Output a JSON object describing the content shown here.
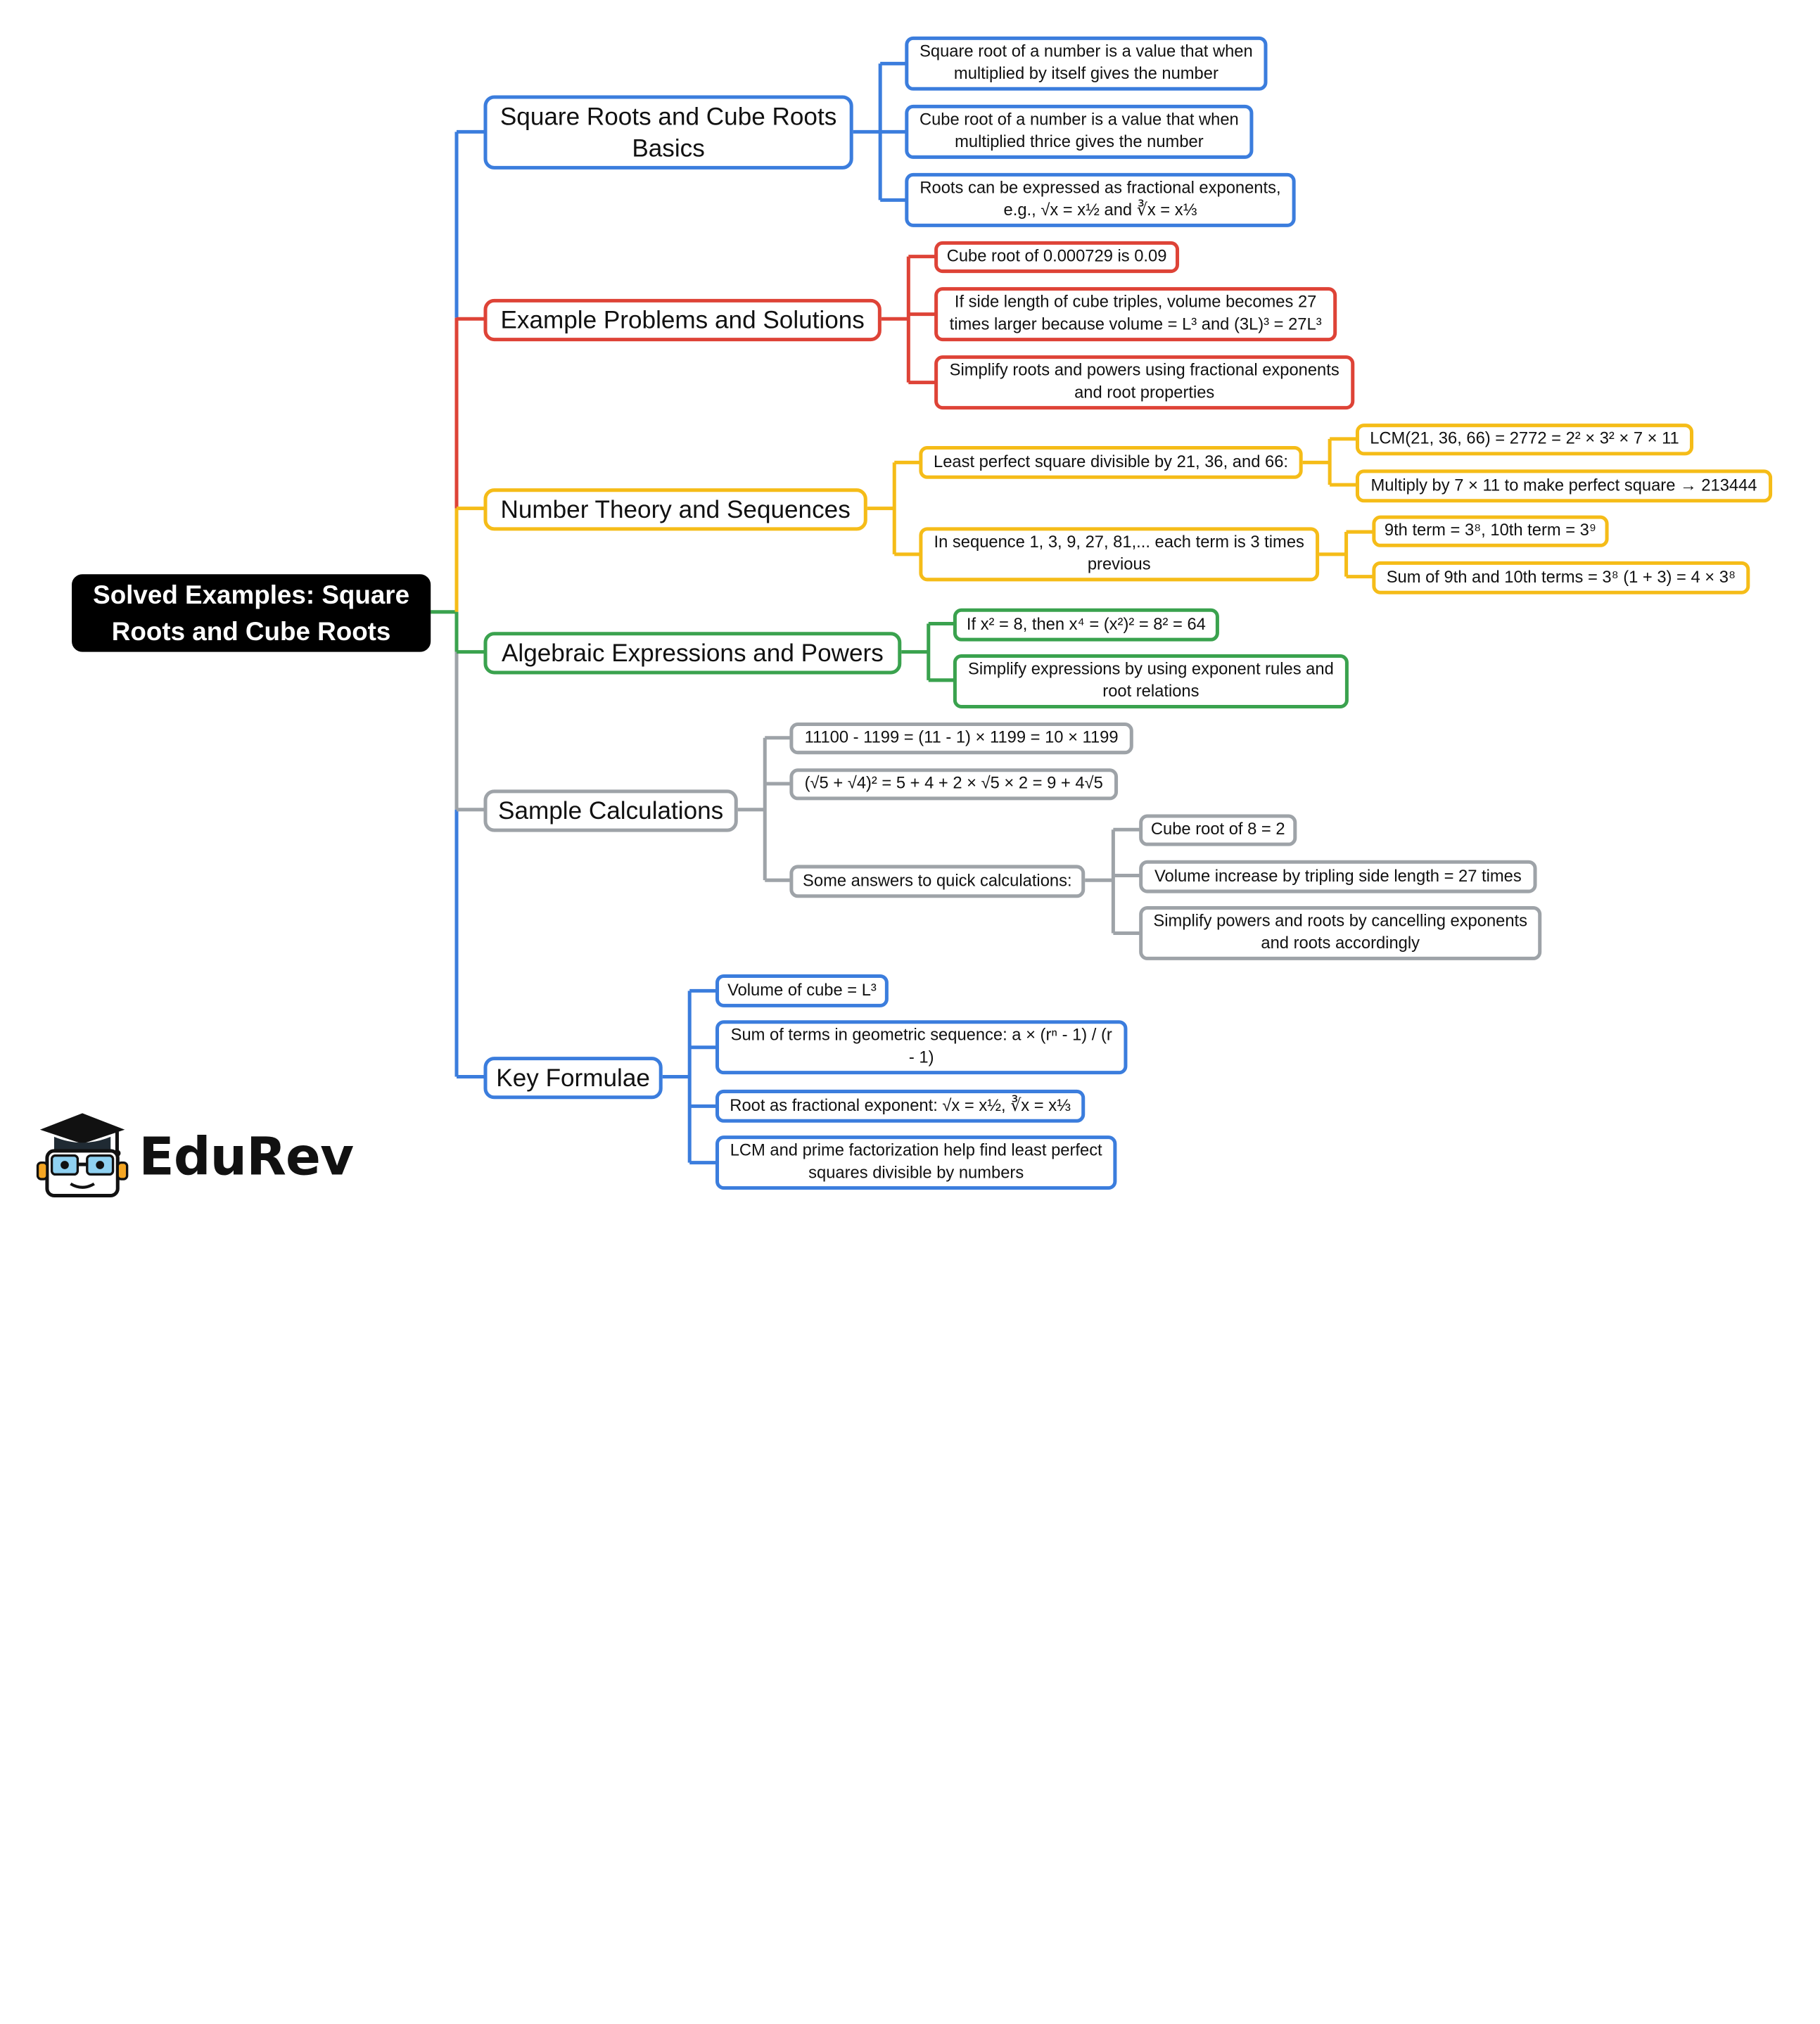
{
  "root": "Solved Examples: Square Roots and Cube Roots",
  "branches": {
    "basics": {
      "title": "Square Roots and Cube Roots Basics",
      "items": [
        "Square root of a number is a value that when multiplied by itself gives the number",
        "Cube root of a number is a value that when multiplied thrice gives the number",
        "Roots can be expressed as fractional exponents, e.g., √x = x½ and ∛x = x⅓"
      ]
    },
    "examples": {
      "title": "Example Problems and Solutions",
      "items": [
        "Cube root of 0.000729 is 0.09",
        "If side length of cube triples, volume becomes 27 times larger because volume = L³ and (3L)³ = 27L³",
        "Simplify roots and powers using fractional exponents and root properties"
      ]
    },
    "number_theory": {
      "title": "Number Theory and Sequences",
      "items": [
        {
          "text": "Least perfect square divisible by 21, 36, and 66:",
          "children": [
            "LCM(21, 36, 66) = 2772 = 2² × 3² × 7 × 11",
            "Multiply by 7 × 11 to make perfect square → 213444"
          ]
        },
        {
          "text": "In sequence 1, 3, 9, 27, 81,... each term is 3 times previous",
          "children": [
            "9th term = 3⁸, 10th term = 3⁹",
            "Sum of 9th and 10th terms = 3⁸ (1 + 3) = 4 × 3⁸"
          ]
        }
      ]
    },
    "algebra": {
      "title": "Algebraic Expressions and Powers",
      "items": [
        "If x² = 8, then x⁴ = (x²)² = 8² = 64",
        "Simplify expressions by using exponent rules and root relations"
      ]
    },
    "calculations": {
      "title": "Sample Calculations",
      "items": [
        "11100 - 1199 = (11 - 1) × 1199 = 10 × 1199",
        "(√5 + √4)² = 5 + 4 + 2 × √5 × 2 = 9 + 4√5",
        {
          "text": "Some answers to quick calculations:",
          "children": [
            "Cube root of 8 = 2",
            "Volume increase by tripling side length = 27 times",
            "Simplify powers and roots by cancelling exponents and roots accordingly"
          ]
        }
      ]
    },
    "formulae": {
      "title": "Key Formulae",
      "items": [
        "Volume of cube = L³",
        "Sum of terms in geometric sequence: a × (rⁿ - 1) / (r - 1)",
        "Root as fractional exponent: √x = x½, ∛x = x⅓",
        "LCM and prime factorization help find least perfect squares divisible by numbers"
      ]
    }
  },
  "colors": {
    "blue": "#3b7ddd",
    "red": "#de4337",
    "yellow": "#f5bc18",
    "green": "#3aa24e",
    "gray": "#9ea3a8",
    "root": "#000000"
  },
  "logo": {
    "brand": "EduRev",
    "icon": "graduation-cap-mascot-icon"
  }
}
